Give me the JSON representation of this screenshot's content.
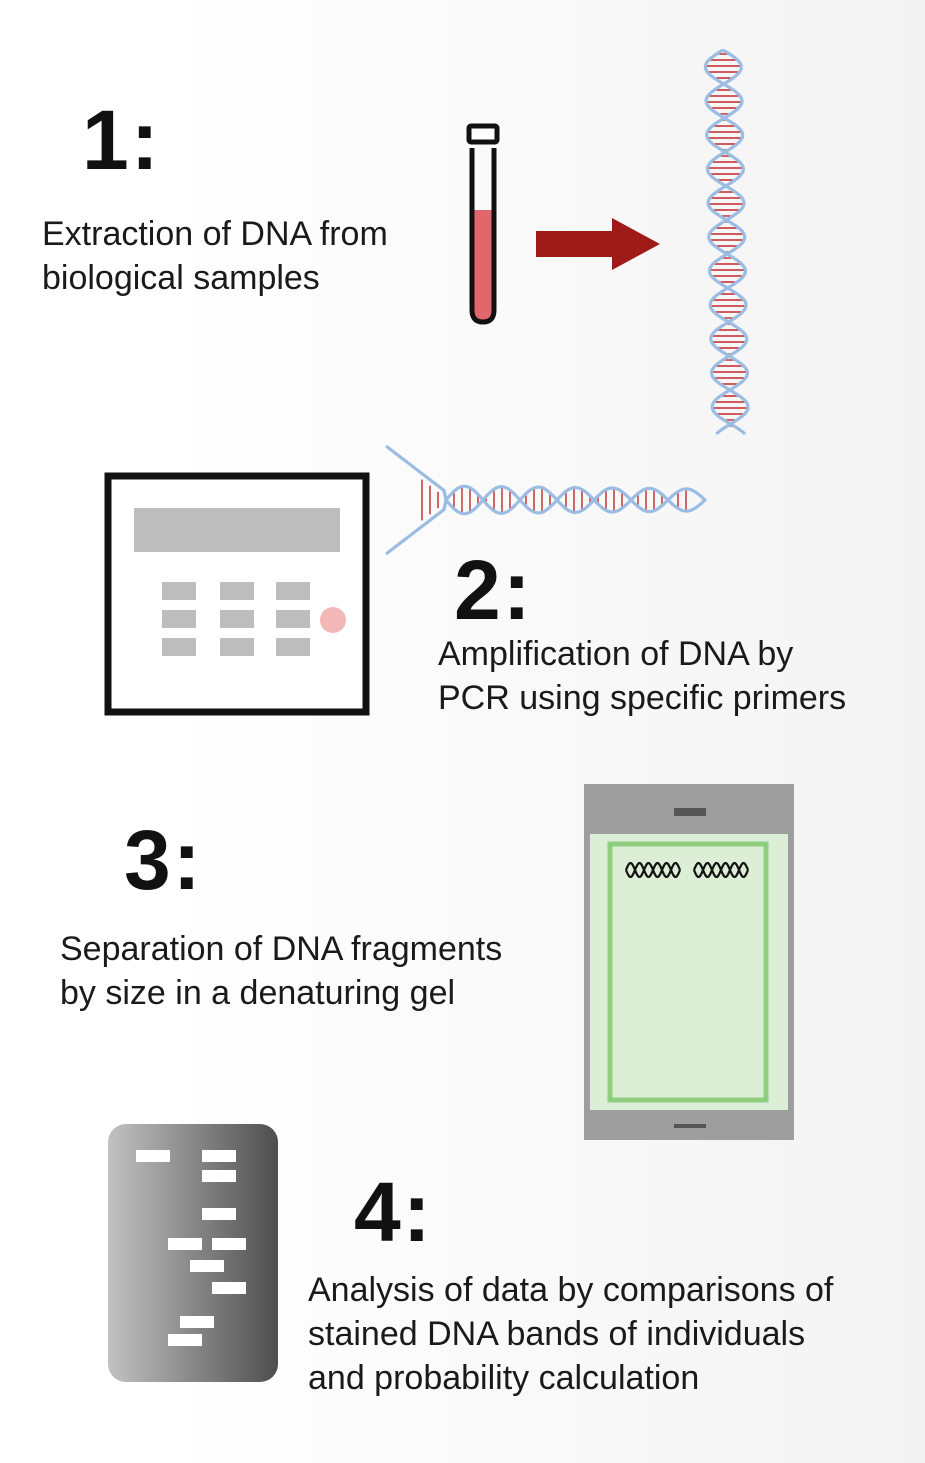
{
  "steps": [
    {
      "number": "1:",
      "lines": [
        "Extraction of DNA from",
        "biological samples"
      ]
    },
    {
      "number": "2:",
      "lines": [
        "Amplification of DNA by",
        "PCR using specific primers"
      ]
    },
    {
      "number": "3:",
      "lines": [
        "Separation of DNA fragments",
        "by size in a denaturing gel"
      ]
    },
    {
      "number": "4:",
      "lines": [
        "Analysis of data by comparisons of",
        "stained DNA bands of individuals",
        "and probability calculation"
      ]
    }
  ],
  "icons": {
    "step1": [
      "test-tube-icon",
      "arrow-right-icon",
      "dna-helix-icon"
    ],
    "step2": [
      "pcr-thermocycler-icon",
      "dna-amplification-icon"
    ],
    "step3": [
      "gel-electrophoresis-icon"
    ],
    "step4": [
      "gel-bands-icon"
    ]
  },
  "colors": {
    "dna_strand": "#9bbde3",
    "dna_rung": "#c0282d",
    "arrow": "#9e1b17",
    "tube_liquid": "#e0676b",
    "gel_green": "#8fcd7f",
    "gel_fill": "#dcefd6",
    "frame_gray": "#9e9e9e"
  }
}
